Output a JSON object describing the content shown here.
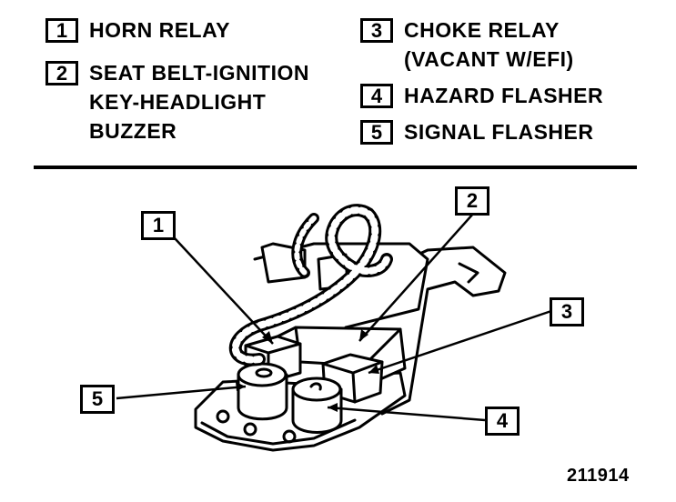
{
  "legend": [
    {
      "number": "1",
      "label": "HORN RELAY"
    },
    {
      "number": "2",
      "label": "SEAT BELT-IGNITION\nKEY-HEADLIGHT\nBUZZER"
    },
    {
      "number": "3",
      "label": "CHOKE RELAY\n(VACANT W/EFI)"
    },
    {
      "number": "4",
      "label": "HAZARD FLASHER"
    },
    {
      "number": "5",
      "label": "SIGNAL FLASHER"
    }
  ],
  "callouts": {
    "c1": "1",
    "c2": "2",
    "c3": "3",
    "c4": "4",
    "c5": "5"
  },
  "figure_id": "211914"
}
